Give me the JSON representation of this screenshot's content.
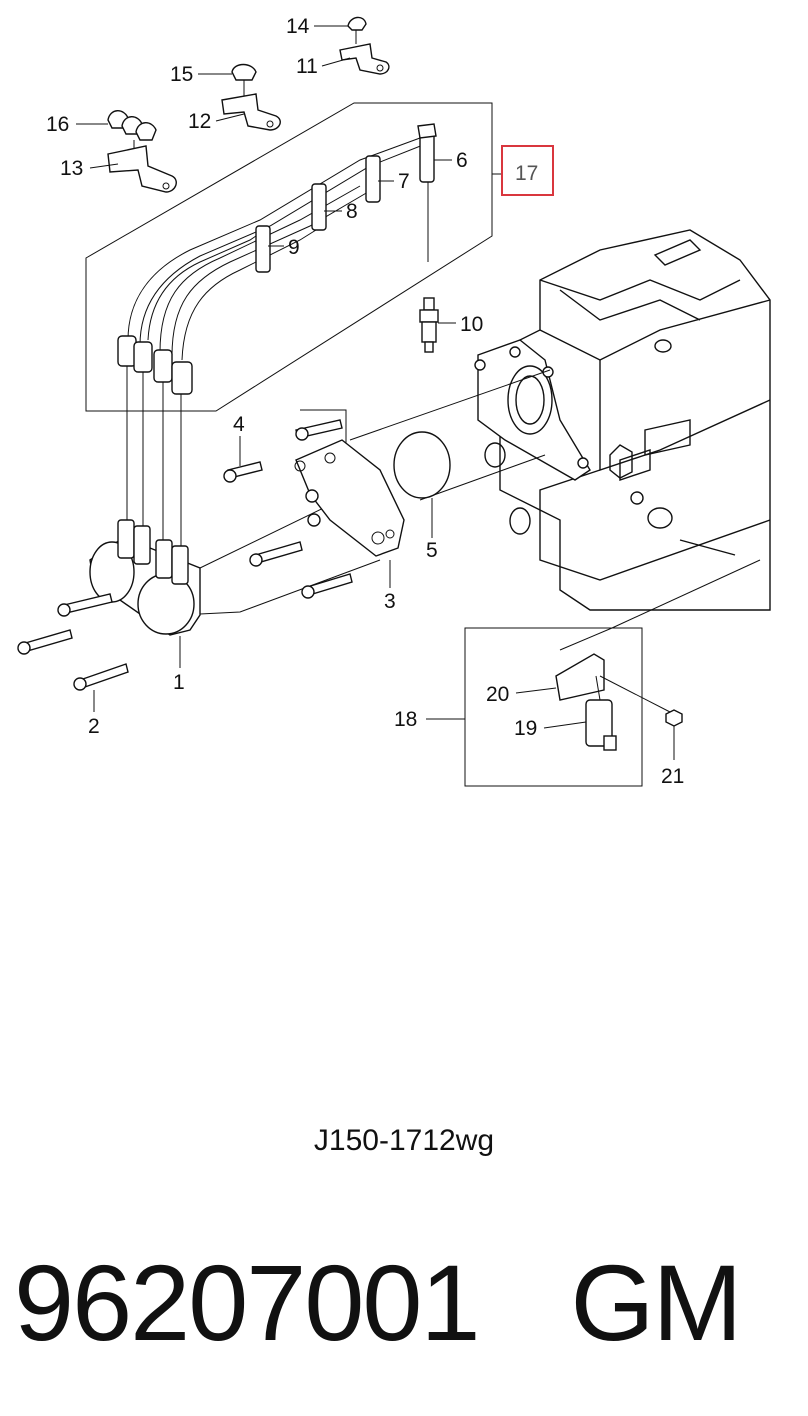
{
  "callouts": {
    "c1": "1",
    "c2": "2",
    "c3": "3",
    "c4": "4",
    "c5": "5",
    "c6": "6",
    "c7": "7",
    "c8": "8",
    "c9": "9",
    "c10": "10",
    "c11": "11",
    "c12": "12",
    "c13": "13",
    "c14": "14",
    "c15": "15",
    "c16": "16",
    "c17": "17",
    "c18": "18",
    "c19": "19",
    "c20": "20",
    "c21": "21"
  },
  "highlight_color": "#d9363e",
  "reference_code": "J150-1712wg",
  "part_number": "96207001",
  "brand": "GM"
}
